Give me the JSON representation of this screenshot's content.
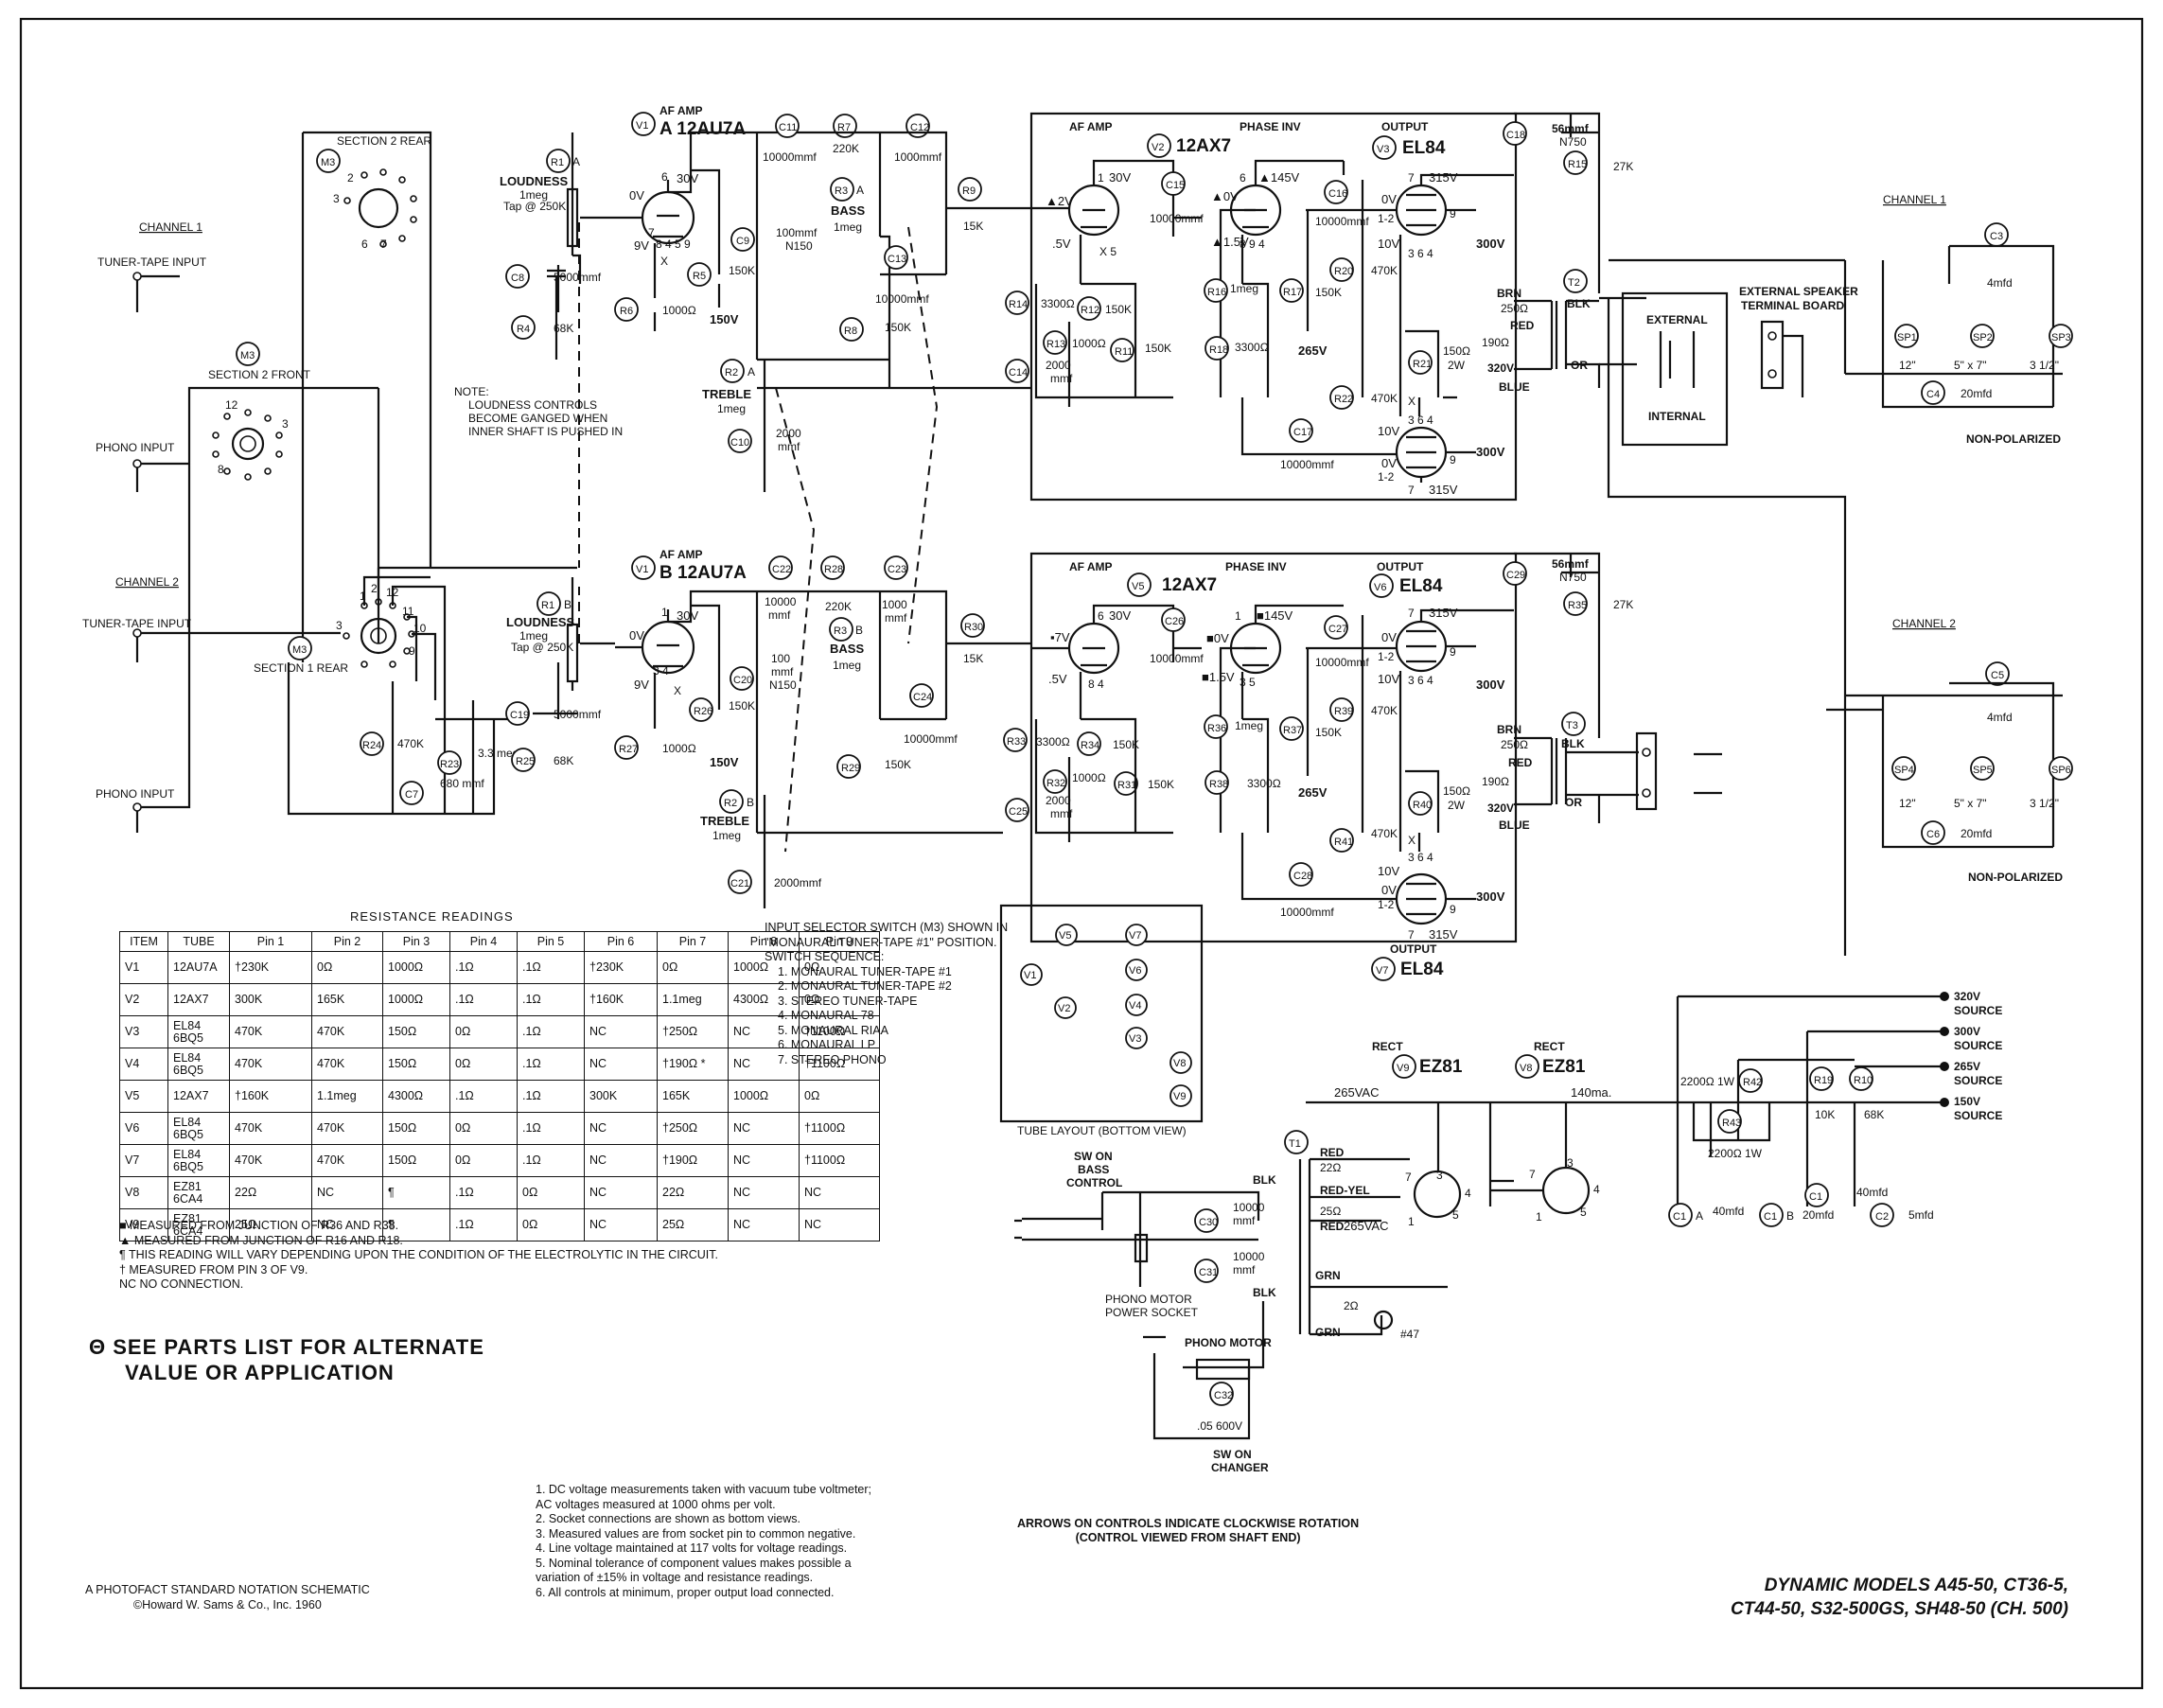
{
  "sheet": {
    "title_lines": [
      "DYNAMIC MODELS A45-50, CT36-5,",
      "CT44-50, S32-500GS, SH48-50 (CH. 500)"
    ],
    "footer_lines": [
      "A PHOTOFACT STANDARD NOTATION SCHEMATIC",
      "©Howard W. Sams & Co., Inc. 1960"
    ],
    "see_parts_lines": [
      "SEE PARTS LIST FOR ALTERNATE",
      "VALUE OR APPLICATION"
    ],
    "see_parts_symbol": "Θ",
    "arrows_note_lines": [
      "ARROWS ON CONTROLS INDICATE CLOCKWISE ROTATION",
      "(CONTROL VIEWED FROM SHAFT END)"
    ],
    "loudness_note_lines": [
      "NOTE:",
      "LOUDNESS CONTROLS",
      "BECOME GANGED WHEN",
      "INNER SHAFT IS PUSHED IN"
    ]
  },
  "labels": {
    "ch1": "CHANNEL 1",
    "ch2": "CHANNEL 2",
    "tuner_tape": "TUNER-TAPE INPUT",
    "phono": "PHONO INPUT",
    "sec2rear": "SECTION 2 REAR",
    "sec2front": "SECTION 2 FRONT",
    "sec1rear": "SECTION 1 REAR",
    "af_amp": "AF AMP",
    "phase_inv": "PHASE INV",
    "output": "OUTPUT",
    "v1a": "A 12AU7A",
    "v1b": "B 12AU7A",
    "v2": "12AX7",
    "v5": "12AX7",
    "v3": "EL84",
    "v4": "EL84",
    "v6": "EL84",
    "v7": "EL84",
    "loudness": "LOUDNESS",
    "one_meg": "1meg",
    "tap": "Tap @ 250K",
    "bass": "BASS",
    "treble": "TREBLE",
    "ext_speaker": "EXTERNAL SPEAKER",
    "terminal_board": "TERMINAL BOARD",
    "external": "EXTERNAL",
    "internal": "INTERNAL",
    "non_polarized": "NON-POLARIZED",
    "rect": "RECT",
    "ez81": "EZ81",
    "sw_bass": [
      "SW ON",
      "BASS",
      "CONTROL"
    ],
    "sw_changer": [
      "SW ON",
      "CHANGER"
    ],
    "phono_motor": "PHONO MOTOR",
    "phono_socket": [
      "PHONO MOTOR",
      "POWER SOCKET"
    ],
    "tube_layout": "TUBE LAYOUT (BOTTOM VIEW)",
    "source": "SOURCE",
    "v320": "320V",
    "v300": "300V",
    "v265": "265V",
    "v150": "150V",
    "vac265": "265VAC",
    "ma140": "140ma.",
    "lamp47": "#47",
    "red": "RED",
    "red_yel": "RED-YEL",
    "blk": "BLK",
    "grn": "GRN",
    "brn": "BRN",
    "blue": "BLUE",
    "or": "OR",
    "spk12": "12\"",
    "spk5x7": "5\" x 7\"",
    "spk3": "3 1/2\"",
    "cap4mfd": "4mfd",
    "cap20mfd": "20mfd"
  },
  "selector": {
    "title_lines": [
      "INPUT SELECTOR SWITCH (M3) SHOWN IN",
      "\"MONAURAL TUNER-TAPE #1\" POSITION.",
      "SWITCH SEQUENCE:"
    ],
    "items": [
      "1.  MONAURAL TUNER-TAPE #1",
      "2.  MONAURAL TUNER-TAPE #2",
      "3.  STEREO TUNER-TAPE",
      "4.  MONAURAL 78",
      "5.  MONAURAL RIAA",
      "6.  MONAURAL LP",
      "7.  STEREO PHONO"
    ]
  },
  "tube_layout": [
    "V5",
    "V7",
    "V1",
    "V6",
    "V2",
    "V4",
    "V3",
    "V8",
    "V9"
  ],
  "resistance": {
    "title": "RESISTANCE READINGS",
    "headers": [
      "ITEM",
      "TUBE",
      "Pin 1",
      "Pin 2",
      "Pin 3",
      "Pin 4",
      "Pin 5",
      "Pin 6",
      "Pin 7",
      "Pin 8",
      "Pin 9"
    ],
    "rows": [
      [
        "V1",
        "12AU7A",
        "†230K",
        "0Ω",
        "1000Ω",
        ".1Ω",
        ".1Ω",
        "†230K",
        "0Ω",
        "1000Ω",
        "0Ω"
      ],
      [
        "V2",
        "12AX7",
        "300K",
        "165K",
        "1000Ω",
        ".1Ω",
        ".1Ω",
        "†160K",
        "1.1meg",
        "4300Ω",
        "0Ω"
      ],
      [
        "V3",
        "EL84\n6BQ5",
        "470K",
        "470K",
        "150Ω",
        "0Ω",
        ".1Ω",
        "NC",
        "†250Ω",
        "NC",
        "†1100Ω"
      ],
      [
        "V4",
        "EL84\n6BQ5",
        "470K",
        "470K",
        "150Ω",
        "0Ω",
        ".1Ω",
        "NC",
        "†190Ω  *",
        "NC",
        "†1100Ω"
      ],
      [
        "V5",
        "12AX7",
        "†160K",
        "1.1meg",
        "4300Ω",
        ".1Ω",
        ".1Ω",
        "300K",
        "165K",
        "1000Ω",
        "0Ω"
      ],
      [
        "V6",
        "EL84\n6BQ5",
        "470K",
        "470K",
        "150Ω",
        "0Ω",
        ".1Ω",
        "NC",
        "†250Ω",
        "NC",
        "†1100Ω"
      ],
      [
        "V7",
        "EL84\n6BQ5",
        "470K",
        "470K",
        "150Ω",
        "0Ω",
        ".1Ω",
        "NC",
        "†190Ω",
        "NC",
        "†1100Ω"
      ],
      [
        "V8",
        "EZ81\n6CA4",
        "22Ω",
        "NC",
        "¶",
        ".1Ω",
        "0Ω",
        "NC",
        "22Ω",
        "NC",
        "NC"
      ],
      [
        "V9",
        "EZ81\n6CA4",
        "25Ω",
        "NC",
        "¶",
        ".1Ω",
        "0Ω",
        "NC",
        "25Ω",
        "NC",
        "NC"
      ]
    ],
    "footnotes": [
      "■  MEASURED FROM JUNCTION OF R36 AND R38.",
      "▲  MEASURED FROM JUNCTION OF R16 AND R18.",
      "¶   THIS READING WILL VARY DEPENDING UPON THE CONDITION OF THE ELECTROLYTIC IN THE CIRCUIT.",
      "†   MEASURED FROM PIN 3 OF V9.",
      "NC   NO CONNECTION."
    ]
  },
  "general_notes": [
    "1.   DC voltage measurements taken with vacuum tube voltmeter;",
    "      AC voltages measured at 1000 ohms per volt.",
    "2.   Socket connections are shown as bottom views.",
    "3.   Measured values are from socket pin to common negative.",
    "4.   Line voltage maintained at 117 volts for voltage readings.",
    "5.   Nominal tolerance of component values makes possible a",
    "      variation of ±15% in voltage and resistance readings.",
    "6.   All controls at minimum, proper output load connected."
  ],
  "parts": {
    "R1A": "R1",
    "R1B": "R1",
    "R2A": "R2",
    "R2B": "R2",
    "R3A": "R3",
    "R3B": "R3",
    "R4": "R4",
    "R5": "R5",
    "R6": "R6",
    "R7": "R7",
    "R8": "R8",
    "R9": "R9",
    "R10": "R10",
    "R11": "R11",
    "R12": "R12",
    "R13": "R13",
    "R14": "R14",
    "R15": "R15",
    "R16": "R16",
    "R17": "R17",
    "R18": "R18",
    "R19": "R19",
    "R20": "R20",
    "R21": "R21",
    "R22": "R22",
    "R23": "R23",
    "R24": "R24",
    "R25": "R25",
    "R26": "R26",
    "R27": "R27",
    "R28": "R28",
    "R29": "R29",
    "R30": "R30",
    "R31": "R31",
    "R32": "R32",
    "R33": "R33",
    "R34": "R34",
    "R35": "R35",
    "R36": "R36",
    "R37": "R37",
    "R38": "R38",
    "R39": "R39",
    "R40": "R40",
    "R41": "R41",
    "R42": "R42",
    "R43": "R43",
    "C1A": "C1",
    "C1B": "C1",
    "C1C": "C1",
    "C2": "C2",
    "C3": "C3",
    "C4": "C4",
    "C5": "C5",
    "C6": "C6",
    "C7": "C7",
    "C8": "C8",
    "C9": "C9",
    "C10": "C10",
    "C11": "C11",
    "C12": "C12",
    "C13": "C13",
    "C14": "C14",
    "C15": "C15",
    "C16": "C16",
    "C17": "C17",
    "C18": "C18",
    "C19": "C19",
    "C20": "C20",
    "C21": "C21",
    "C22": "C22",
    "C23": "C23",
    "C24": "C24",
    "C25": "C25",
    "C26": "C26",
    "C27": "C27",
    "C28": "C28",
    "C29": "C29",
    "C30": "C30",
    "C31": "C31",
    "C32": "C32",
    "V1": "V1",
    "V2": "V2",
    "V3": "V3",
    "V4": "V4",
    "V5": "V5",
    "V6": "V6",
    "V7": "V7",
    "V8": "V8",
    "V9": "V9",
    "M3": "M3",
    "T1": "T1",
    "T2": "T2",
    "T3": "T3",
    "SP1": "SP1",
    "SP2": "SP2",
    "SP3": "SP3",
    "SP4": "SP4",
    "SP5": "SP5",
    "SP6": "SP6"
  },
  "values": {
    "v68k": "68K",
    "v5000": "5000mmf",
    "v1000ohm": "1000Ω",
    "v150k": "150K",
    "v100mmf": "100mmf",
    "n150": "N150",
    "v10000": "10000mmf",
    "v220k": "220K",
    "v1000mmf": "1000mmf",
    "v15k": "15K",
    "v3300": "3300Ω",
    "v2000mmf": "2000 mmf",
    "v1meg": "1meg",
    "v470k": "470K",
    "v150ohm2w": "150Ω 2W",
    "v27k": "27K",
    "v56mmf": "56mmf",
    "n750": "N750",
    "v250": "250Ω",
    "v190": "190Ω",
    "v320v": "320V",
    "v680": "680 mmf",
    "v33meg": "3.3 meg",
    "v2000mmf_c21": "2000mmf",
    "v2200_1w": "2200Ω 1W",
    "v10k": "10K",
    "v40mfd": "40mfd",
    "v20mfd": "20mfd",
    "v5mfd": "5mfd",
    "v22ohm": "22Ω",
    "v25ohm": "25Ω",
    "v2ohm": "2Ω",
    "v05": ".05  600V",
    "v30v": "30V",
    "v145v": "145V",
    "v315v": "315V",
    "v300v": "300V",
    "v265v": "265V",
    "v150v": "150V",
    "v0v": "0V",
    "v9v": "9V",
    "v5v": ".5V",
    "v15v": "1.5V",
    "v10v": "10V",
    "v12": "1-2"
  }
}
